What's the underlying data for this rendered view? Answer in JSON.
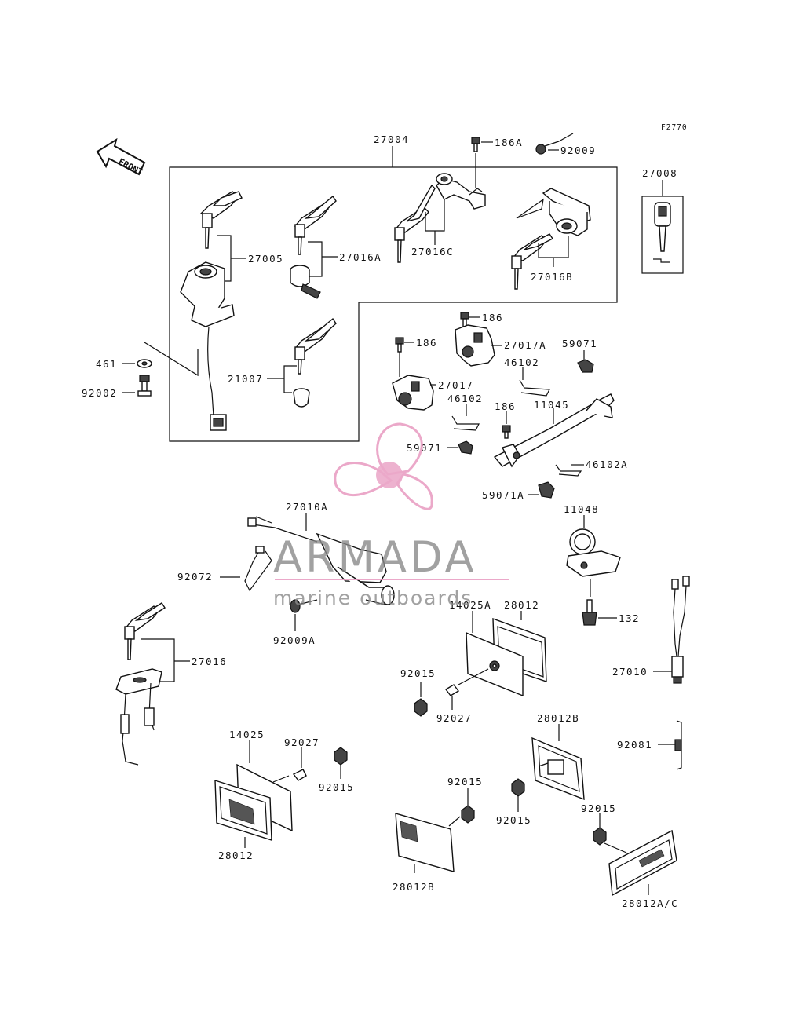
{
  "figure_code": "F2770",
  "front_label": "FRONT",
  "watermark": {
    "title": "ARMADA",
    "subtitle": "marine outboards",
    "color": "#e89ac0",
    "text_color": "#8a8a8a"
  },
  "labels": {
    "l27004": "27004",
    "l186A": "186A",
    "l92009": "92009",
    "l27008": "27008",
    "l27005": "27005",
    "l27016A": "27016A",
    "l27016C": "27016C",
    "l27016B": "27016B",
    "l461": "461",
    "l92002": "92002",
    "l21007": "21007",
    "l186_a": "186",
    "l27017A": "27017A",
    "l59071_a": "59071",
    "l186_b": "186",
    "l27017": "27017",
    "l46102_a": "46102",
    "l46102_b": "46102",
    "l186_c": "186",
    "l11045": "11045",
    "l59071_b": "59071",
    "l46102A": "46102A",
    "l59071A": "59071A",
    "l27010A": "27010A",
    "l11048": "11048",
    "l92072": "92072",
    "l14025A": "14025A",
    "l28012_a": "28012",
    "l132": "132",
    "l92009A": "92009A",
    "l27016": "27016",
    "l27010": "27010",
    "l92015_a": "92015",
    "l92027_a": "92027",
    "l28012B_a": "28012B",
    "l92081": "92081",
    "l14025": "14025",
    "l92027_b": "92027",
    "l92015_b": "92015",
    "l92015_c": "92015",
    "l92015_d": "92015",
    "l92015_e": "92015",
    "l28012_b": "28012",
    "l28012B_b": "28012B",
    "l28012AC": "28012A/C"
  }
}
